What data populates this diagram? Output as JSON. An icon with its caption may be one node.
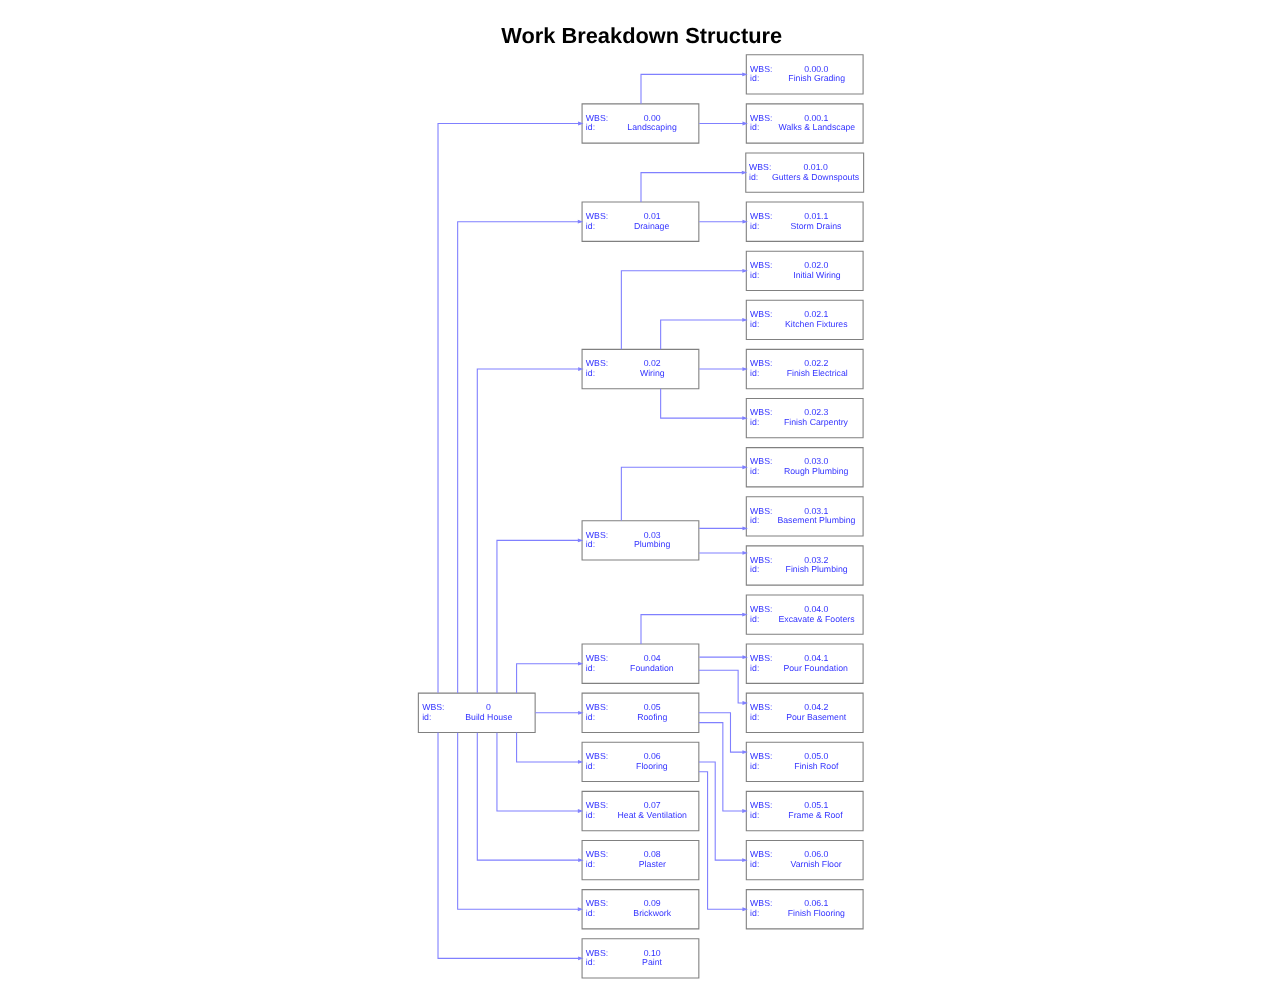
{
  "diagram": {
    "title": "Work Breakdown Structure",
    "nodes": [
      {
        "text": [
          "WBS:",
          "0",
          "id:",
          "Build House"
        ]
      },
      {
        "text": [
          "WBS:",
          "0.00",
          "id:",
          "Landscaping"
        ]
      },
      {
        "text": [
          "WBS:",
          "0.01",
          "id:",
          "Drainage"
        ]
      },
      {
        "text": [
          "WBS:",
          "0.02",
          "id:",
          "Wiring"
        ]
      },
      {
        "text": [
          "WBS:",
          "0.03",
          "id:",
          "Plumbing"
        ]
      },
      {
        "text": [
          "WBS:",
          "0.04",
          "id:",
          "Foundation"
        ]
      },
      {
        "text": [
          "WBS:",
          "0.05",
          "id:",
          "Roofing"
        ]
      },
      {
        "text": [
          "WBS:",
          "0.06",
          "id:",
          "Flooring"
        ]
      },
      {
        "text": [
          "WBS:",
          "0.07",
          "id:",
          "Heat & Ventilation"
        ]
      },
      {
        "text": [
          "WBS:",
          "0.08",
          "id:",
          "Plaster"
        ]
      },
      {
        "text": [
          "WBS:",
          "0.09",
          "id:",
          "Brickwork"
        ]
      },
      {
        "text": [
          "WBS:",
          "0.10",
          "id:",
          "Paint"
        ]
      },
      {
        "text": [
          "WBS:",
          "0.00.0",
          "id:",
          "Finish Grading"
        ]
      },
      {
        "text": [
          "WBS:",
          "0.00.1",
          "id:",
          "Walks & Landscape"
        ]
      },
      {
        "text": [
          "WBS:",
          "0.01.0",
          "id:",
          "Gutters & Downspouts"
        ]
      },
      {
        "text": [
          "WBS:",
          "0.01.1",
          "id:",
          "Storm Drains"
        ]
      },
      {
        "text": [
          "WBS:",
          "0.02.0",
          "id:",
          "Initial Wiring"
        ]
      },
      {
        "text": [
          "WBS:",
          "0.02.1",
          "id:",
          "Kitchen Fixtures"
        ]
      },
      {
        "text": [
          "WBS:",
          "0.02.2",
          "id:",
          "Finish Electrical"
        ]
      },
      {
        "text": [
          "WBS:",
          "0.02.3",
          "id:",
          "Finish Carpentry"
        ]
      },
      {
        "text": [
          "WBS:",
          "0.03.0",
          "id:",
          "Rough Plumbing"
        ]
      },
      {
        "text": [
          "WBS:",
          "0.03.1",
          "id:",
          "Basement Plumbing"
        ]
      },
      {
        "text": [
          "WBS:",
          "0.03.2",
          "id:",
          "Finish Plumbing"
        ]
      },
      {
        "text": [
          "WBS:",
          "0.04.0",
          "id:",
          "Excavate & Footers"
        ]
      },
      {
        "text": [
          "WBS:",
          "0.04.1",
          "id:",
          "Pour Foundation"
        ]
      },
      {
        "text": [
          "WBS:",
          "0.04.2",
          "id:",
          "Pour Basement"
        ]
      },
      {
        "text": [
          "WBS:",
          "0.05.0",
          "id:",
          "Finish Roof"
        ]
      },
      {
        "text": [
          "WBS:",
          "0.05.1",
          "id:",
          "Frame & Roof"
        ]
      },
      {
        "text": [
          "WBS:",
          "0.06.0",
          "id:",
          "Varnish Floor"
        ]
      },
      {
        "text": [
          "WBS:",
          "0.06.1",
          "id:",
          "Finish Flooring"
        ]
      }
    ],
    "edges": [
      {
        "from": 0,
        "to": 1,
        "arrow": "to"
      },
      {
        "from": 0,
        "to": 2,
        "arrow": "to"
      },
      {
        "from": 0,
        "to": 3,
        "arrow": "to"
      },
      {
        "from": 0,
        "to": 4,
        "arrow": "to"
      },
      {
        "from": 0,
        "to": 5,
        "arrow": "to"
      },
      {
        "from": 0,
        "to": 6,
        "arrow": "to"
      },
      {
        "from": 0,
        "to": 7,
        "arrow": "to"
      },
      {
        "from": 0,
        "to": 8,
        "arrow": "to"
      },
      {
        "from": 0,
        "to": 9,
        "arrow": "to"
      },
      {
        "from": 0,
        "to": 10,
        "arrow": "to"
      },
      {
        "from": 0,
        "to": 11,
        "arrow": "to"
      },
      {
        "from": 1,
        "to": 12,
        "arrow": "to"
      },
      {
        "from": 1,
        "to": 13,
        "arrow": "to"
      },
      {
        "from": 2,
        "to": 14,
        "arrow": "to"
      },
      {
        "from": 2,
        "to": 15,
        "arrow": "to"
      },
      {
        "from": 3,
        "to": 16,
        "arrow": "to"
      },
      {
        "from": 3,
        "to": 17,
        "arrow": "to"
      },
      {
        "from": 3,
        "to": 18,
        "arrow": "to"
      },
      {
        "from": 3,
        "to": 19,
        "arrow": "to"
      },
      {
        "from": 4,
        "to": 20,
        "arrow": "to"
      },
      {
        "from": 4,
        "to": 21,
        "arrow": "to"
      },
      {
        "from": 4,
        "to": 22,
        "arrow": "to"
      },
      {
        "from": 5,
        "to": 23,
        "arrow": "to"
      },
      {
        "from": 5,
        "to": 24,
        "arrow": "to"
      },
      {
        "from": 5,
        "to": 25,
        "arrow": "to"
      },
      {
        "from": 6,
        "to": 26,
        "arrow": "to"
      },
      {
        "from": 6,
        "to": 27,
        "arrow": "to"
      },
      {
        "from": 7,
        "to": 28,
        "arrow": "to"
      },
      {
        "from": 7,
        "to": 29,
        "arrow": "to"
      }
    ]
  }
}
